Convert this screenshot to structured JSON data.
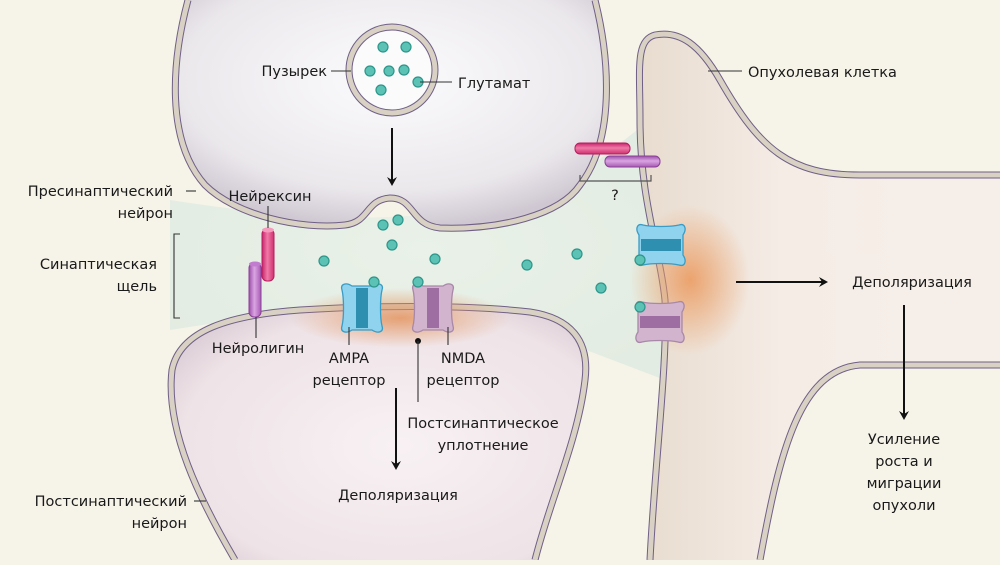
{
  "diagram": {
    "title": "Синапс между нейроном и опухолевой клеткой",
    "colors": {
      "background": "#f6f3e8",
      "cleft": "#e6efe4",
      "presynaptic_fill": "#e9e6ea",
      "postsynaptic_fill": "#efe4e8",
      "tumor_fill": "#f1e6df",
      "glutamate": "#5cc2b5",
      "neurexin": "#e0407e",
      "neuroligin": "#b46cc0",
      "ampa_light": "#8fd3ef",
      "ampa_dark": "#2e8fb0",
      "nmda_light": "#d2b4cf",
      "nmda_dark": "#9e6ea2",
      "psd_glow": "#e7a477"
    },
    "labels": {
      "vesicle": "Пузырек",
      "glutamate": "Глутамат",
      "tumor_cell": "Опухолевая клетка",
      "presynaptic_neuron_line1": "Пресинаптический",
      "presynaptic_neuron_line2": "нейрон",
      "neurexin": "Нейрексин",
      "synaptic_cleft_line1": "Синаптическая",
      "synaptic_cleft_line2": "щель",
      "neuroligin": "Нейролигин",
      "ampa_line1": "AMPA",
      "ampa_line2": "рецептор",
      "nmda_line1": "NMDA",
      "nmda_line2": "рецептор",
      "psd_line1": "Постсинаптическое",
      "psd_line2": "уплотнение",
      "depolarization_neuron": "Деполяризация",
      "postsynaptic_neuron_line1": "Постсинаптический",
      "postsynaptic_neuron_line2": "нейрон",
      "unknown_partner": "?",
      "depolarization_tumor": "Деполяризация",
      "outcome_line1": "Усиление",
      "outcome_line2": "роста и",
      "outcome_line3": "миграции",
      "outcome_line4": "опухоли"
    }
  }
}
